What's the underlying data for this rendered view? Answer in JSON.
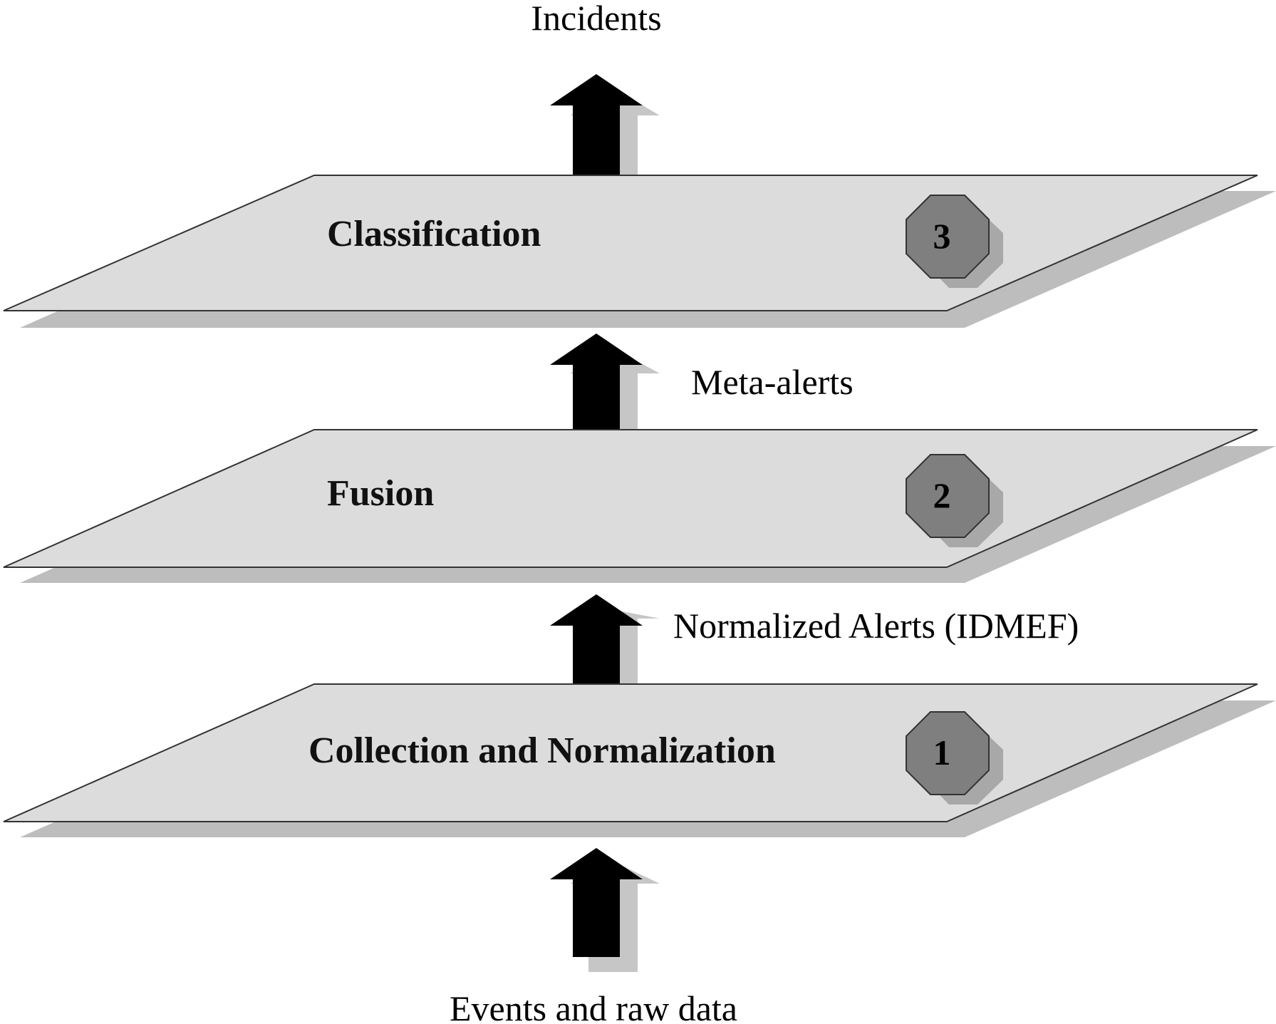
{
  "diagram": {
    "output_label": "Incidents",
    "input_label": "Events and raw data",
    "layers": [
      {
        "title": "Classification",
        "step": "3"
      },
      {
        "title": "Fusion",
        "step": "2"
      },
      {
        "title": "Collection and Normalization",
        "step": "1"
      }
    ],
    "flows": [
      {
        "label": "Meta-alerts"
      },
      {
        "label": "Normalized Alerts (IDMEF)"
      }
    ],
    "colors": {
      "layer_fill": "#dcdcdc",
      "layer_shadow": "#bdbdbd",
      "badge_fill": "#7f7f7f",
      "arrow_fill": "#000000"
    }
  }
}
